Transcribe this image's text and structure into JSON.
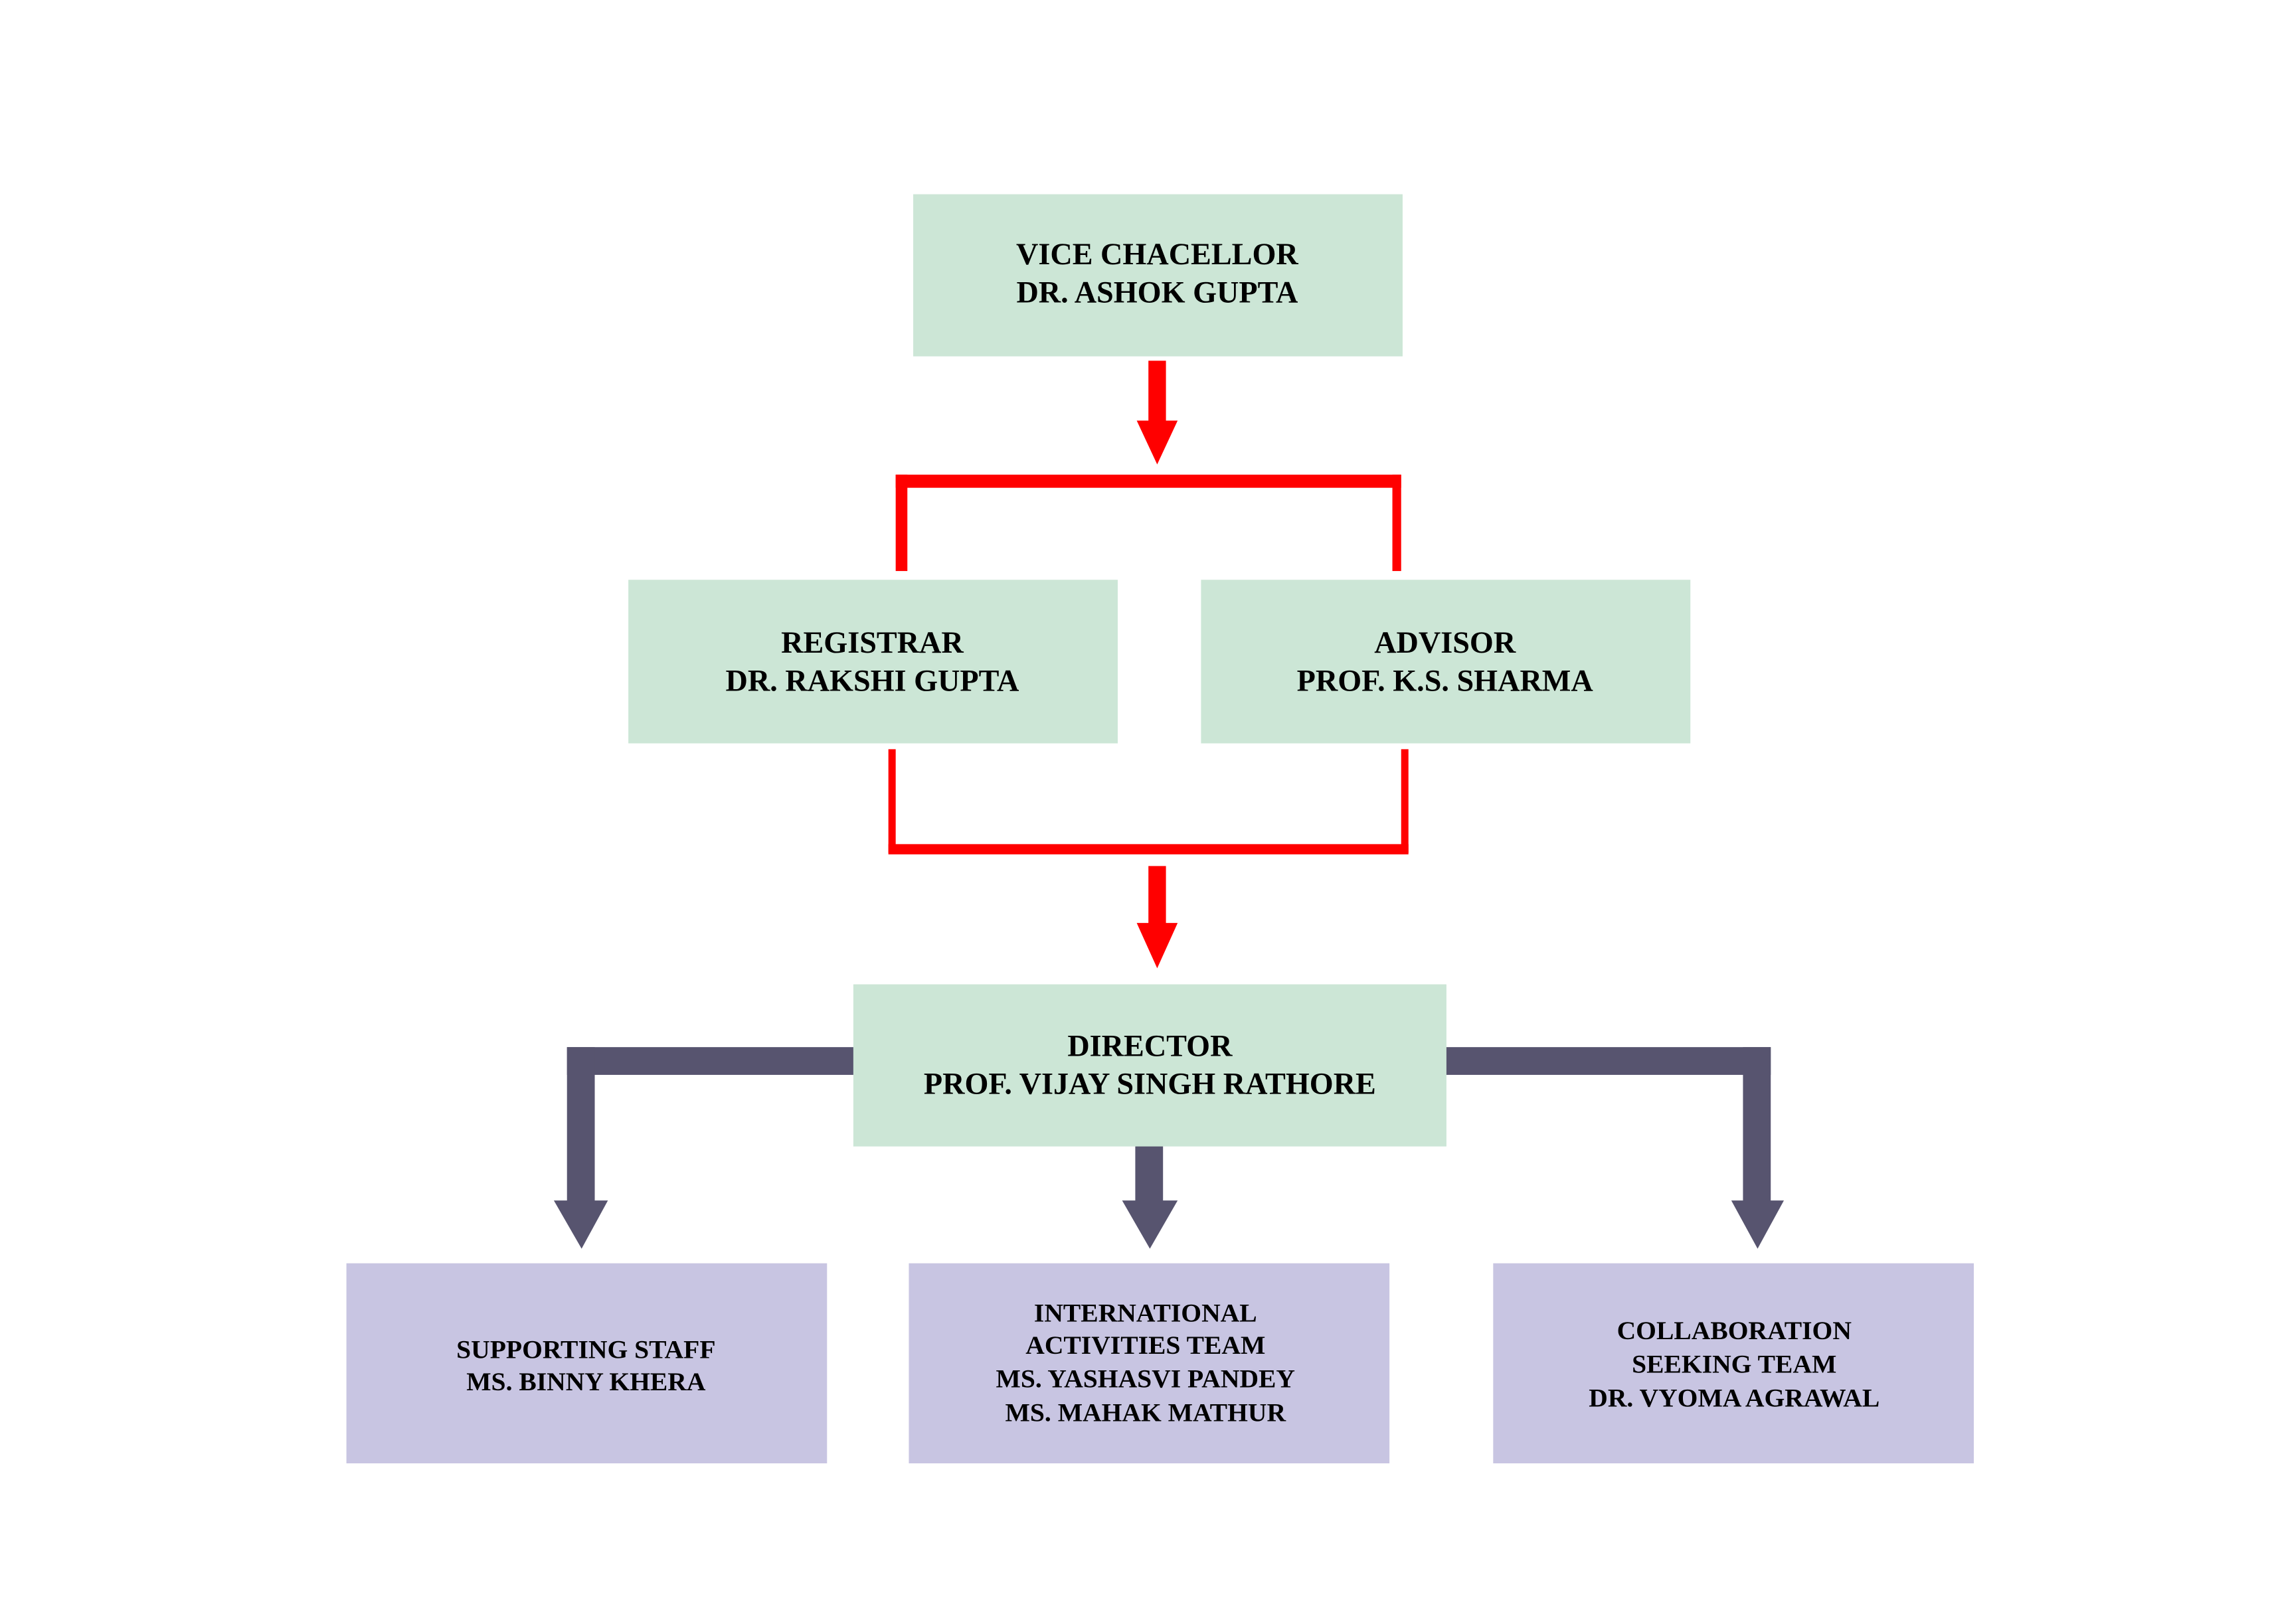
{
  "title": "Organization Chart",
  "colors": {
    "top_box": "#cce6d6",
    "team_box": "#c8c5e2",
    "red_arrow": "#ff0000",
    "dark_arrow": "#57546f"
  },
  "nodes": {
    "vice_chancellor": {
      "lines": [
        "VICE CHACELLOR",
        "DR. ASHOK GUPTA"
      ]
    },
    "registrar": {
      "lines": [
        "REGISTRAR",
        "DR. RAKSHI GUPTA"
      ]
    },
    "advisor": {
      "lines": [
        "ADVISOR",
        "PROF. K.S. SHARMA"
      ]
    },
    "director": {
      "lines": [
        "DIRECTOR",
        "PROF. VIJAY SINGH RATHORE"
      ]
    },
    "supporting_staff": {
      "lines": [
        "SUPPORTING STAFF",
        "MS. BINNY KHERA"
      ]
    },
    "international_team": {
      "lines": [
        "INTERNATIONAL",
        "ACTIVITIES TEAM",
        "MS. YASHASVI PANDEY",
        "MS. MAHAK MATHUR"
      ]
    },
    "collaboration_team": {
      "lines": [
        "COLLABORATION",
        "SEEKING TEAM",
        "DR. VYOMA AGRAWAL"
      ]
    }
  }
}
